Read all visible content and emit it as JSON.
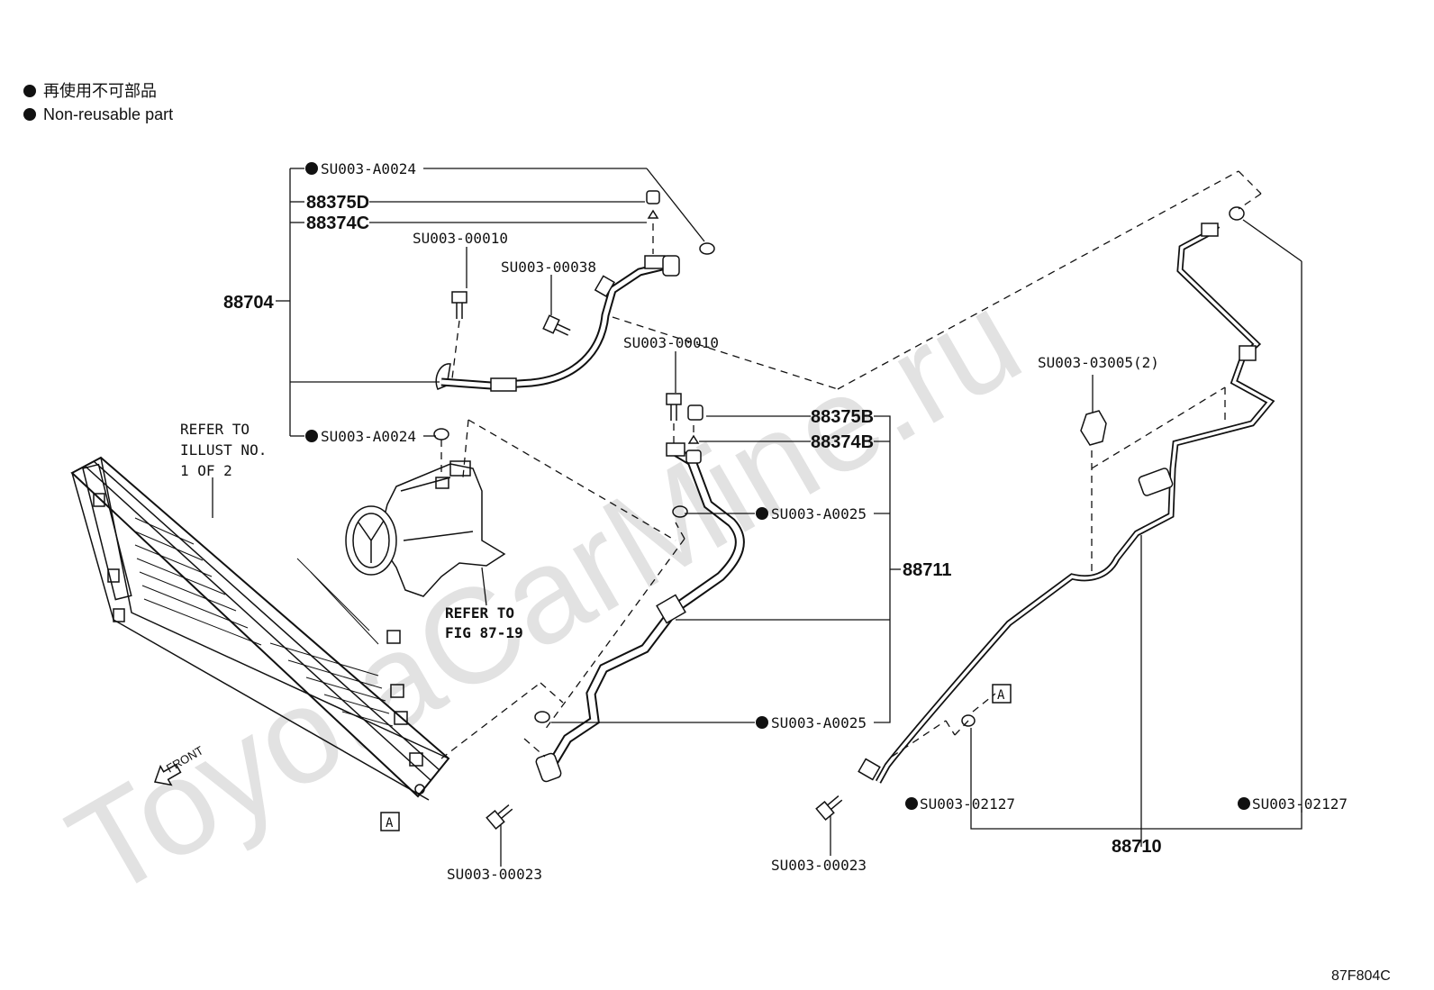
{
  "legend": {
    "items": [
      {
        "text": "再使用不可部品"
      },
      {
        "text": "Non-reusable part"
      }
    ]
  },
  "watermark": {
    "text": "ToyotaCarMine.ru",
    "color": "#e0e0e0"
  },
  "figure_id": "87F804C",
  "front_label": "FRONT",
  "refs": {
    "illust": [
      "REFER TO",
      "ILLUST NO.",
      "1 OF 2"
    ],
    "fig": [
      "REFER TO",
      "FIG 87-19"
    ],
    "box_a": "A"
  },
  "parts": {
    "su003_a0024": "SU003-A0024",
    "p88375d": "88375D",
    "p88374c": "88374C",
    "su003_00010": "SU003-00010",
    "su003_00038": "SU003-00038",
    "p88704": "88704",
    "p88375b": "88375B",
    "p88374b": "88374B",
    "su003_a0025": "SU003-A0025",
    "p88711": "88711",
    "su003_03005": "SU003-03005(2)",
    "su003_02127": "SU003-02127",
    "p88710": "88710",
    "su003_00023": "SU003-00023"
  }
}
